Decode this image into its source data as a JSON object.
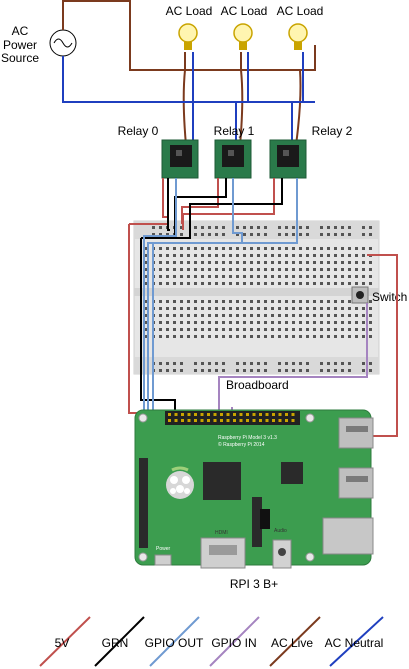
{
  "source": {
    "label_lines": [
      "AC",
      "Power",
      "Source"
    ]
  },
  "loads": [
    {
      "label": "AC Load"
    },
    {
      "label": "AC Load"
    },
    {
      "label": "AC Load"
    }
  ],
  "relays": [
    {
      "label": "Relay 0"
    },
    {
      "label": "Relay 1"
    },
    {
      "label": "Relay 2"
    }
  ],
  "switch": {
    "label": "Switch"
  },
  "breadboard": {
    "label": "Broadboard"
  },
  "rpi": {
    "label": "RPI 3 B+",
    "board_text_1": "Raspberry Pi Model 3 v1.3",
    "board_text_2": "© Raspberry Pi 2014",
    "hdmi": "HDMI",
    "audio": "Audio",
    "power": "Power"
  },
  "legend": [
    {
      "label": "5V",
      "color": "#c0504d"
    },
    {
      "label": "GRN",
      "color": "#000000"
    },
    {
      "label": "GPIO OUT",
      "color": "#6f9ad1"
    },
    {
      "label": "GPIO IN",
      "color": "#a584c0"
    },
    {
      "label": "AC Live",
      "color": "#7b3a1e"
    },
    {
      "label": "AC Neutral",
      "color": "#1f3fbf"
    }
  ],
  "wire_colors": {
    "v5": "#c0504d",
    "gnd": "#000000",
    "gpio_out": "#6f9ad1",
    "gpio_in": "#a584c0",
    "ac_live": "#7b3a1e",
    "ac_neutral": "#1f3fbf"
  }
}
